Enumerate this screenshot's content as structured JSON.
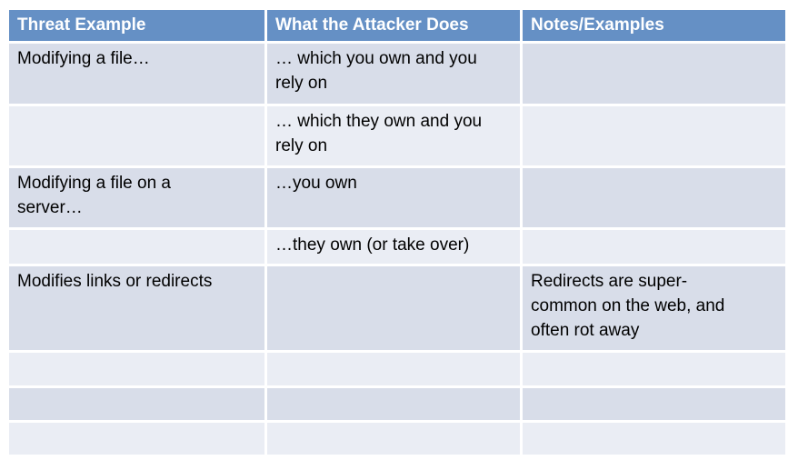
{
  "table": {
    "headers": {
      "threat": "Threat Example",
      "attacker": "What the Attacker Does",
      "notes": "Notes/Examples"
    },
    "rows": [
      {
        "threat": "Modifying a file…",
        "attacker": "… which you own and you\nrely on",
        "notes": ""
      },
      {
        "threat": "",
        "attacker": "… which they own and you\nrely on",
        "notes": ""
      },
      {
        "threat": "Modifying a file on a\nserver…",
        "attacker": "…you own",
        "notes": ""
      },
      {
        "threat": "",
        "attacker": "…they own (or take over)",
        "notes": ""
      },
      {
        "threat": "Modifies links or redirects",
        "attacker": "",
        "notes": "Redirects are super-\ncommon on the web, and\noften rot away"
      },
      {
        "threat": "",
        "attacker": "",
        "notes": ""
      },
      {
        "threat": "",
        "attacker": "",
        "notes": ""
      },
      {
        "threat": "",
        "attacker": "",
        "notes": ""
      }
    ],
    "colors": {
      "header_bg": "#6590C5",
      "header_text": "#FFFFFF",
      "band_dark": "#D8DDE9",
      "band_light": "#EAEDF4",
      "grid": "#FFFFFF",
      "body_text": "#000000"
    }
  }
}
